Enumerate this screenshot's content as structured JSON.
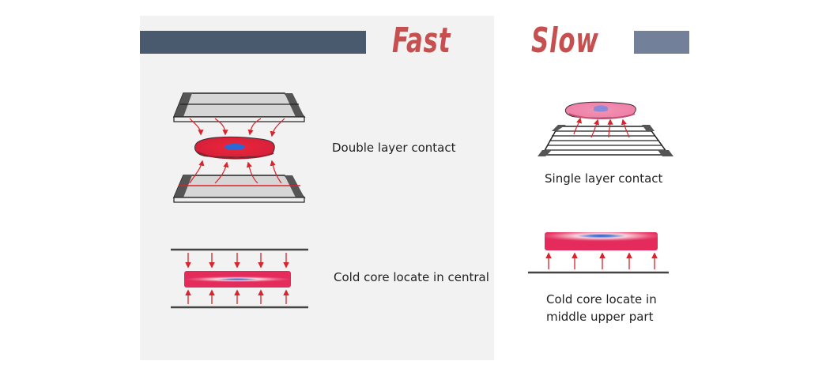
{
  "titles": {
    "fast": "Fast",
    "slow": "Slow"
  },
  "labels": {
    "double_layer": "Double layer contact",
    "single_layer": "Single layer contact",
    "core_central": "Cold core locate in central",
    "core_upper_line1": "Cold core locate in",
    "core_upper_line2": "middle upper part"
  },
  "colors": {
    "accent_red": "#c65050",
    "bar_dark": "#495a6f",
    "bar_light": "#73809a",
    "arrow_red": "#d8242a",
    "cold_blue": "#3a6fd0",
    "panel_bg": "#f2f2f2"
  }
}
